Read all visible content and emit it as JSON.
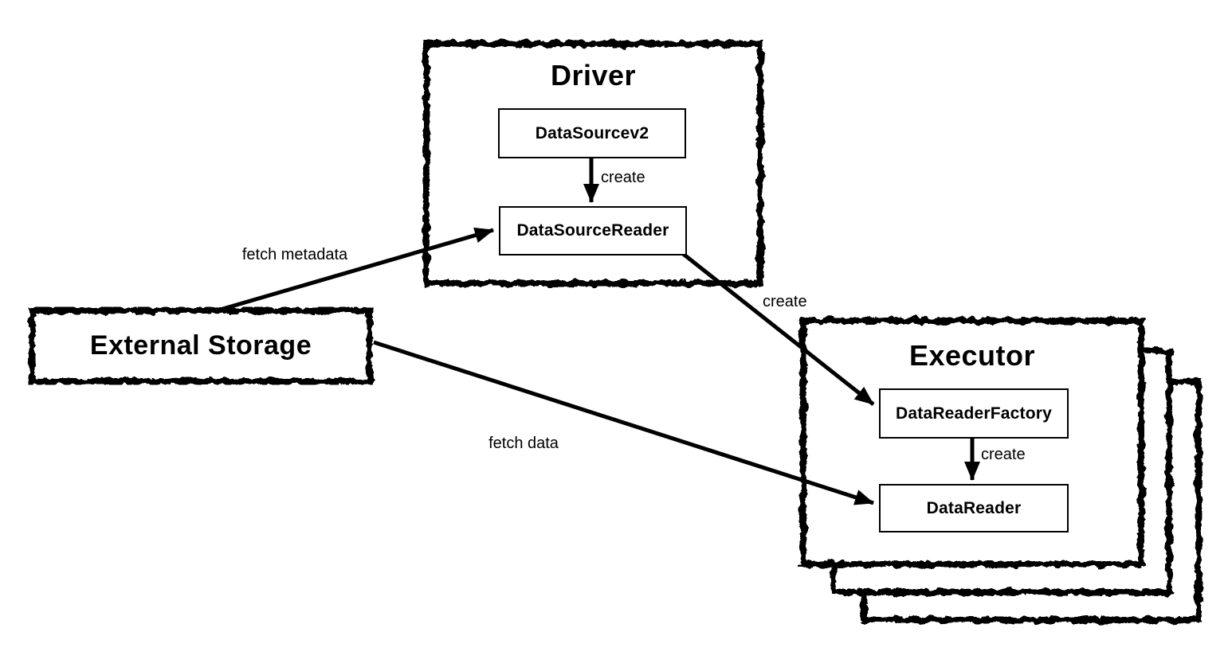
{
  "colors": {
    "background": "#ffffff",
    "stroke": "#000000"
  },
  "nodes": {
    "driver": {
      "title": "Driver",
      "datasourcev2": "DataSourcev2",
      "datasourcereader": "DataSourceReader"
    },
    "external_storage": {
      "label": "External Storage"
    },
    "executor": {
      "title": "Executor",
      "stack_count": 3,
      "datareaderfactory": "DataReaderFactory",
      "datareader": "DataReader"
    }
  },
  "edges": {
    "driver_create": {
      "label": "create"
    },
    "reader_to_factory_create": {
      "label": "create"
    },
    "executor_create": {
      "label": "create"
    },
    "fetch_metadata": {
      "label": "fetch metadata"
    },
    "fetch_data": {
      "label": "fetch data"
    }
  }
}
